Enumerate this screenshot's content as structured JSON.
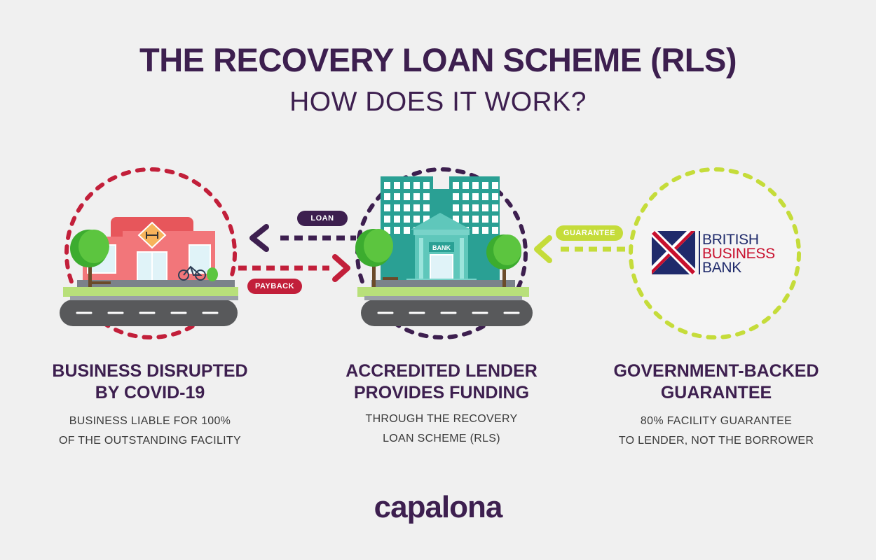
{
  "header": {
    "title": "THE RECOVERY LOAN SCHEME (RLS)",
    "subtitle": "HOW DOES IT WORK?"
  },
  "columns": [
    {
      "heading_line1": "BUSINESS DISRUPTED",
      "heading_line2": "BY COVID-19",
      "desc_line1": "BUSINESS LIABLE FOR 100%",
      "desc_line2": "OF THE OUTSTANDING FACILITY",
      "ring_color": "#c21f3a"
    },
    {
      "heading_line1": "ACCREDITED LENDER",
      "heading_line2": "PROVIDES FUNDING",
      "desc_line1": "THROUGH THE RECOVERY",
      "desc_line2": "LOAN SCHEME (RLS)",
      "ring_color": "#3d1f4f"
    },
    {
      "heading_line1": "GOVERNMENT-BACKED",
      "heading_line2": "GUARANTEE",
      "desc_line1": "80% FACILITY GUARANTEE",
      "desc_line2": "TO LENDER, NOT THE BORROWER",
      "ring_color": "#c5dc3a"
    }
  ],
  "flows": {
    "loan_label": "LOAN",
    "payback_label": "PAYBACK",
    "guarantee_label": "GUARANTEE",
    "loan_color": "#3d1f4f",
    "payback_color": "#c21f3a",
    "guarantee_color": "#c5dc3a"
  },
  "bank_sign": "BANK",
  "bbb_logo": {
    "line1": "BRITISH",
    "line2": "BUSINESS",
    "line3": "BANK"
  },
  "brand": {
    "name": "capalona",
    "accent": "#9bc41b"
  }
}
